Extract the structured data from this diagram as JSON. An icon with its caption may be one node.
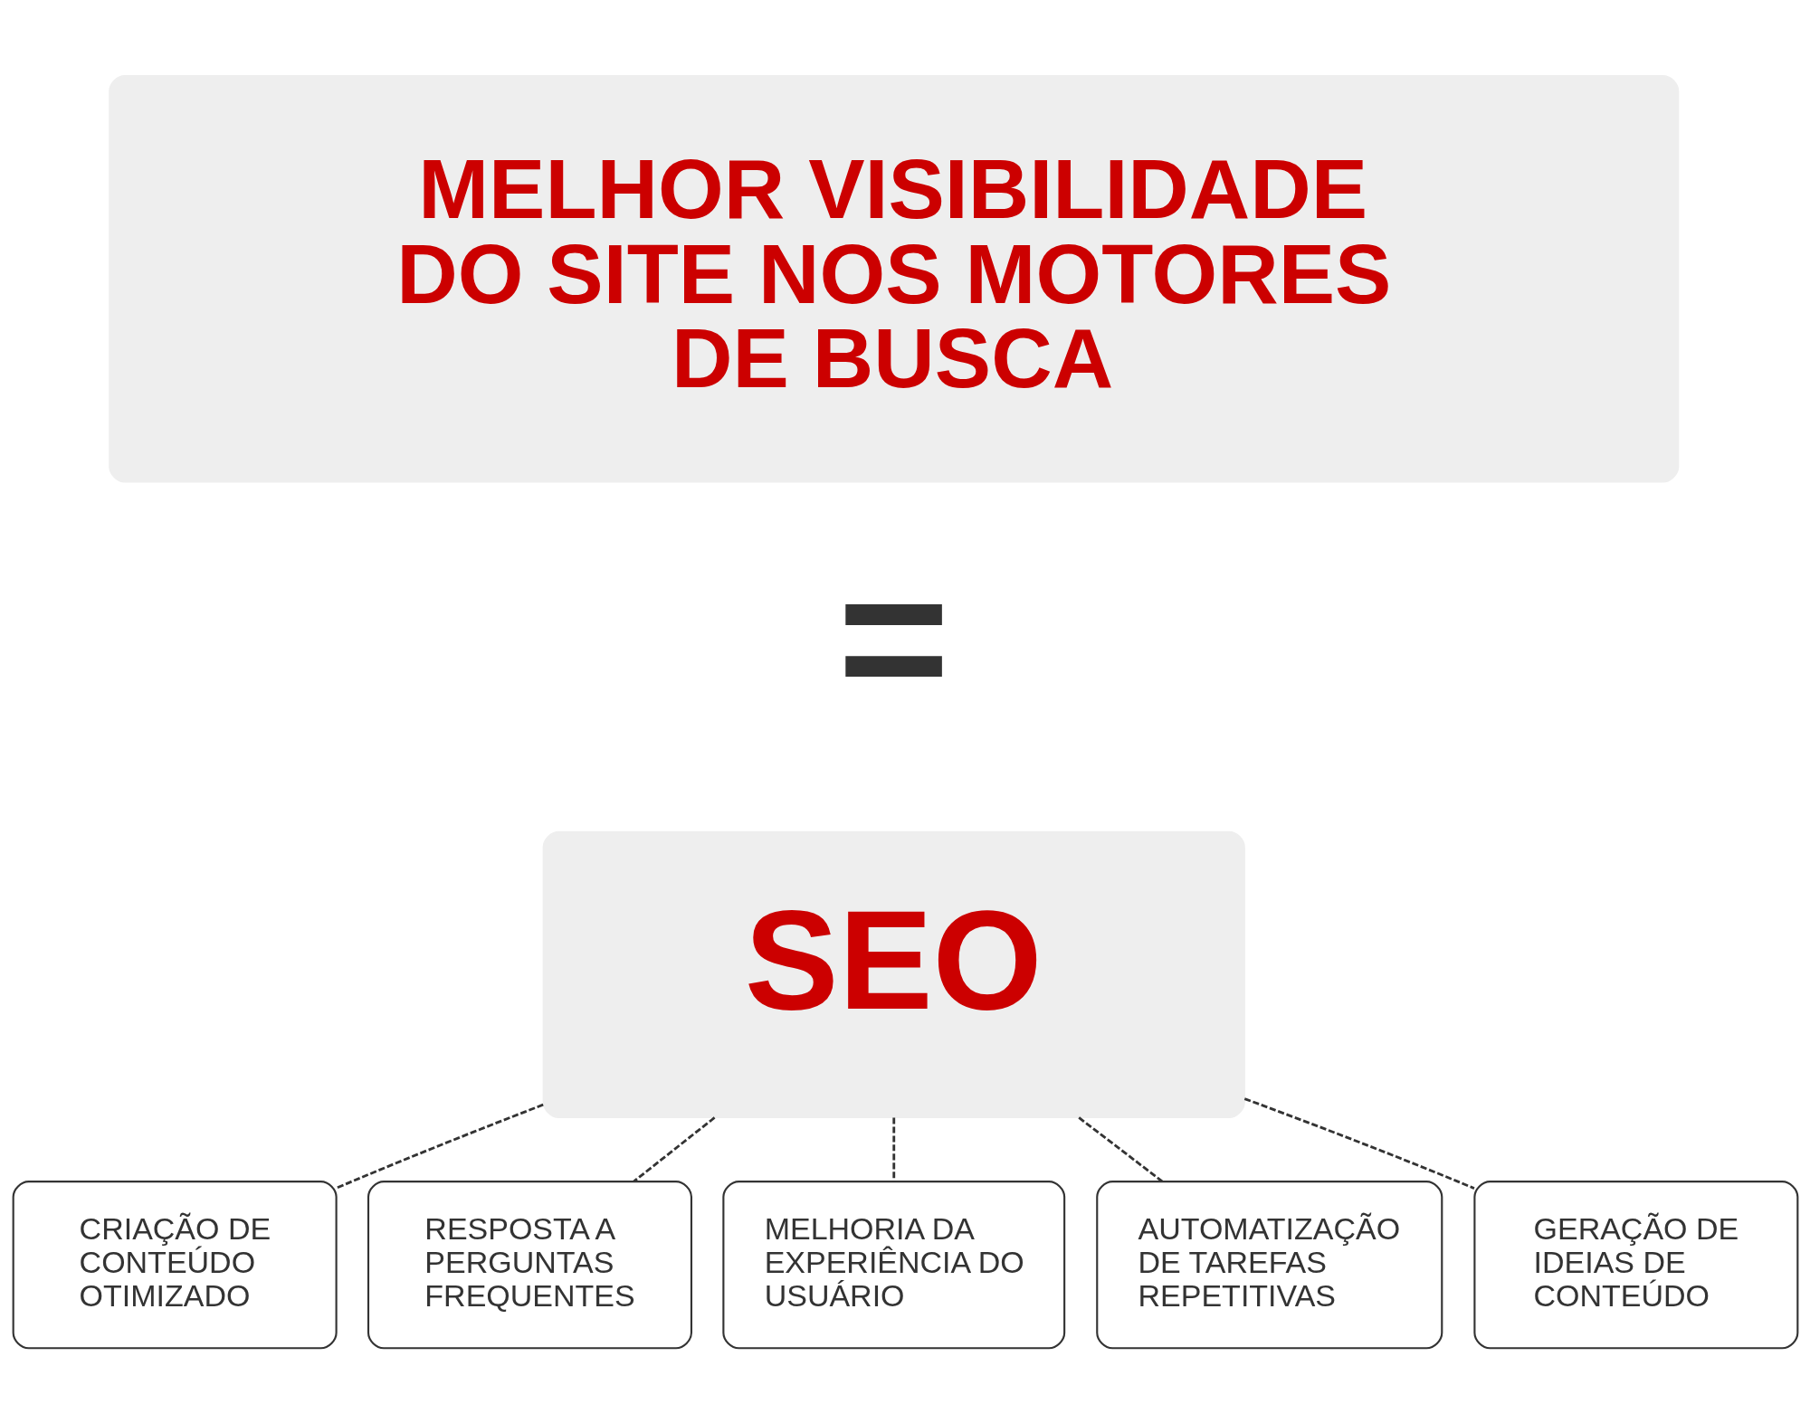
{
  "diagram": {
    "nodes": [
      {
        "text": [
          "MELHOR VISIBILIDADE DO SITE NOS MOTORES DE BUSCA"
        ]
      },
      {
        "text": [
          "SEO"
        ]
      },
      {
        "text": [
          "CRIAÇÃO DE CONTEÚDO OTIMIZADO"
        ]
      },
      {
        "text": [
          "RESPOSTA A PERGUNTAS FREQUENTES"
        ]
      },
      {
        "text": [
          "MELHORIA DA EXPERIÊNCIA DO USUÁRIO"
        ]
      },
      {
        "text": [
          "AUTOMATIZAÇÃO DE TAREFAS REPETITIVAS"
        ]
      },
      {
        "text": [
          "GERAÇÃO DE IDEIAS DE CONTEÚDO"
        ]
      }
    ],
    "edges": [
      {
        "from": 1,
        "to": 2,
        "arrow": "none",
        "style": "dashed"
      },
      {
        "from": 1,
        "to": 3,
        "arrow": "none",
        "style": "dashed"
      },
      {
        "from": 1,
        "to": 4,
        "arrow": "none",
        "style": "dashed"
      },
      {
        "from": 1,
        "to": 5,
        "arrow": "none",
        "style": "dashed"
      },
      {
        "from": 1,
        "to": 6,
        "arrow": "none",
        "style": "dashed"
      }
    ],
    "labels": [
      "="
    ]
  }
}
